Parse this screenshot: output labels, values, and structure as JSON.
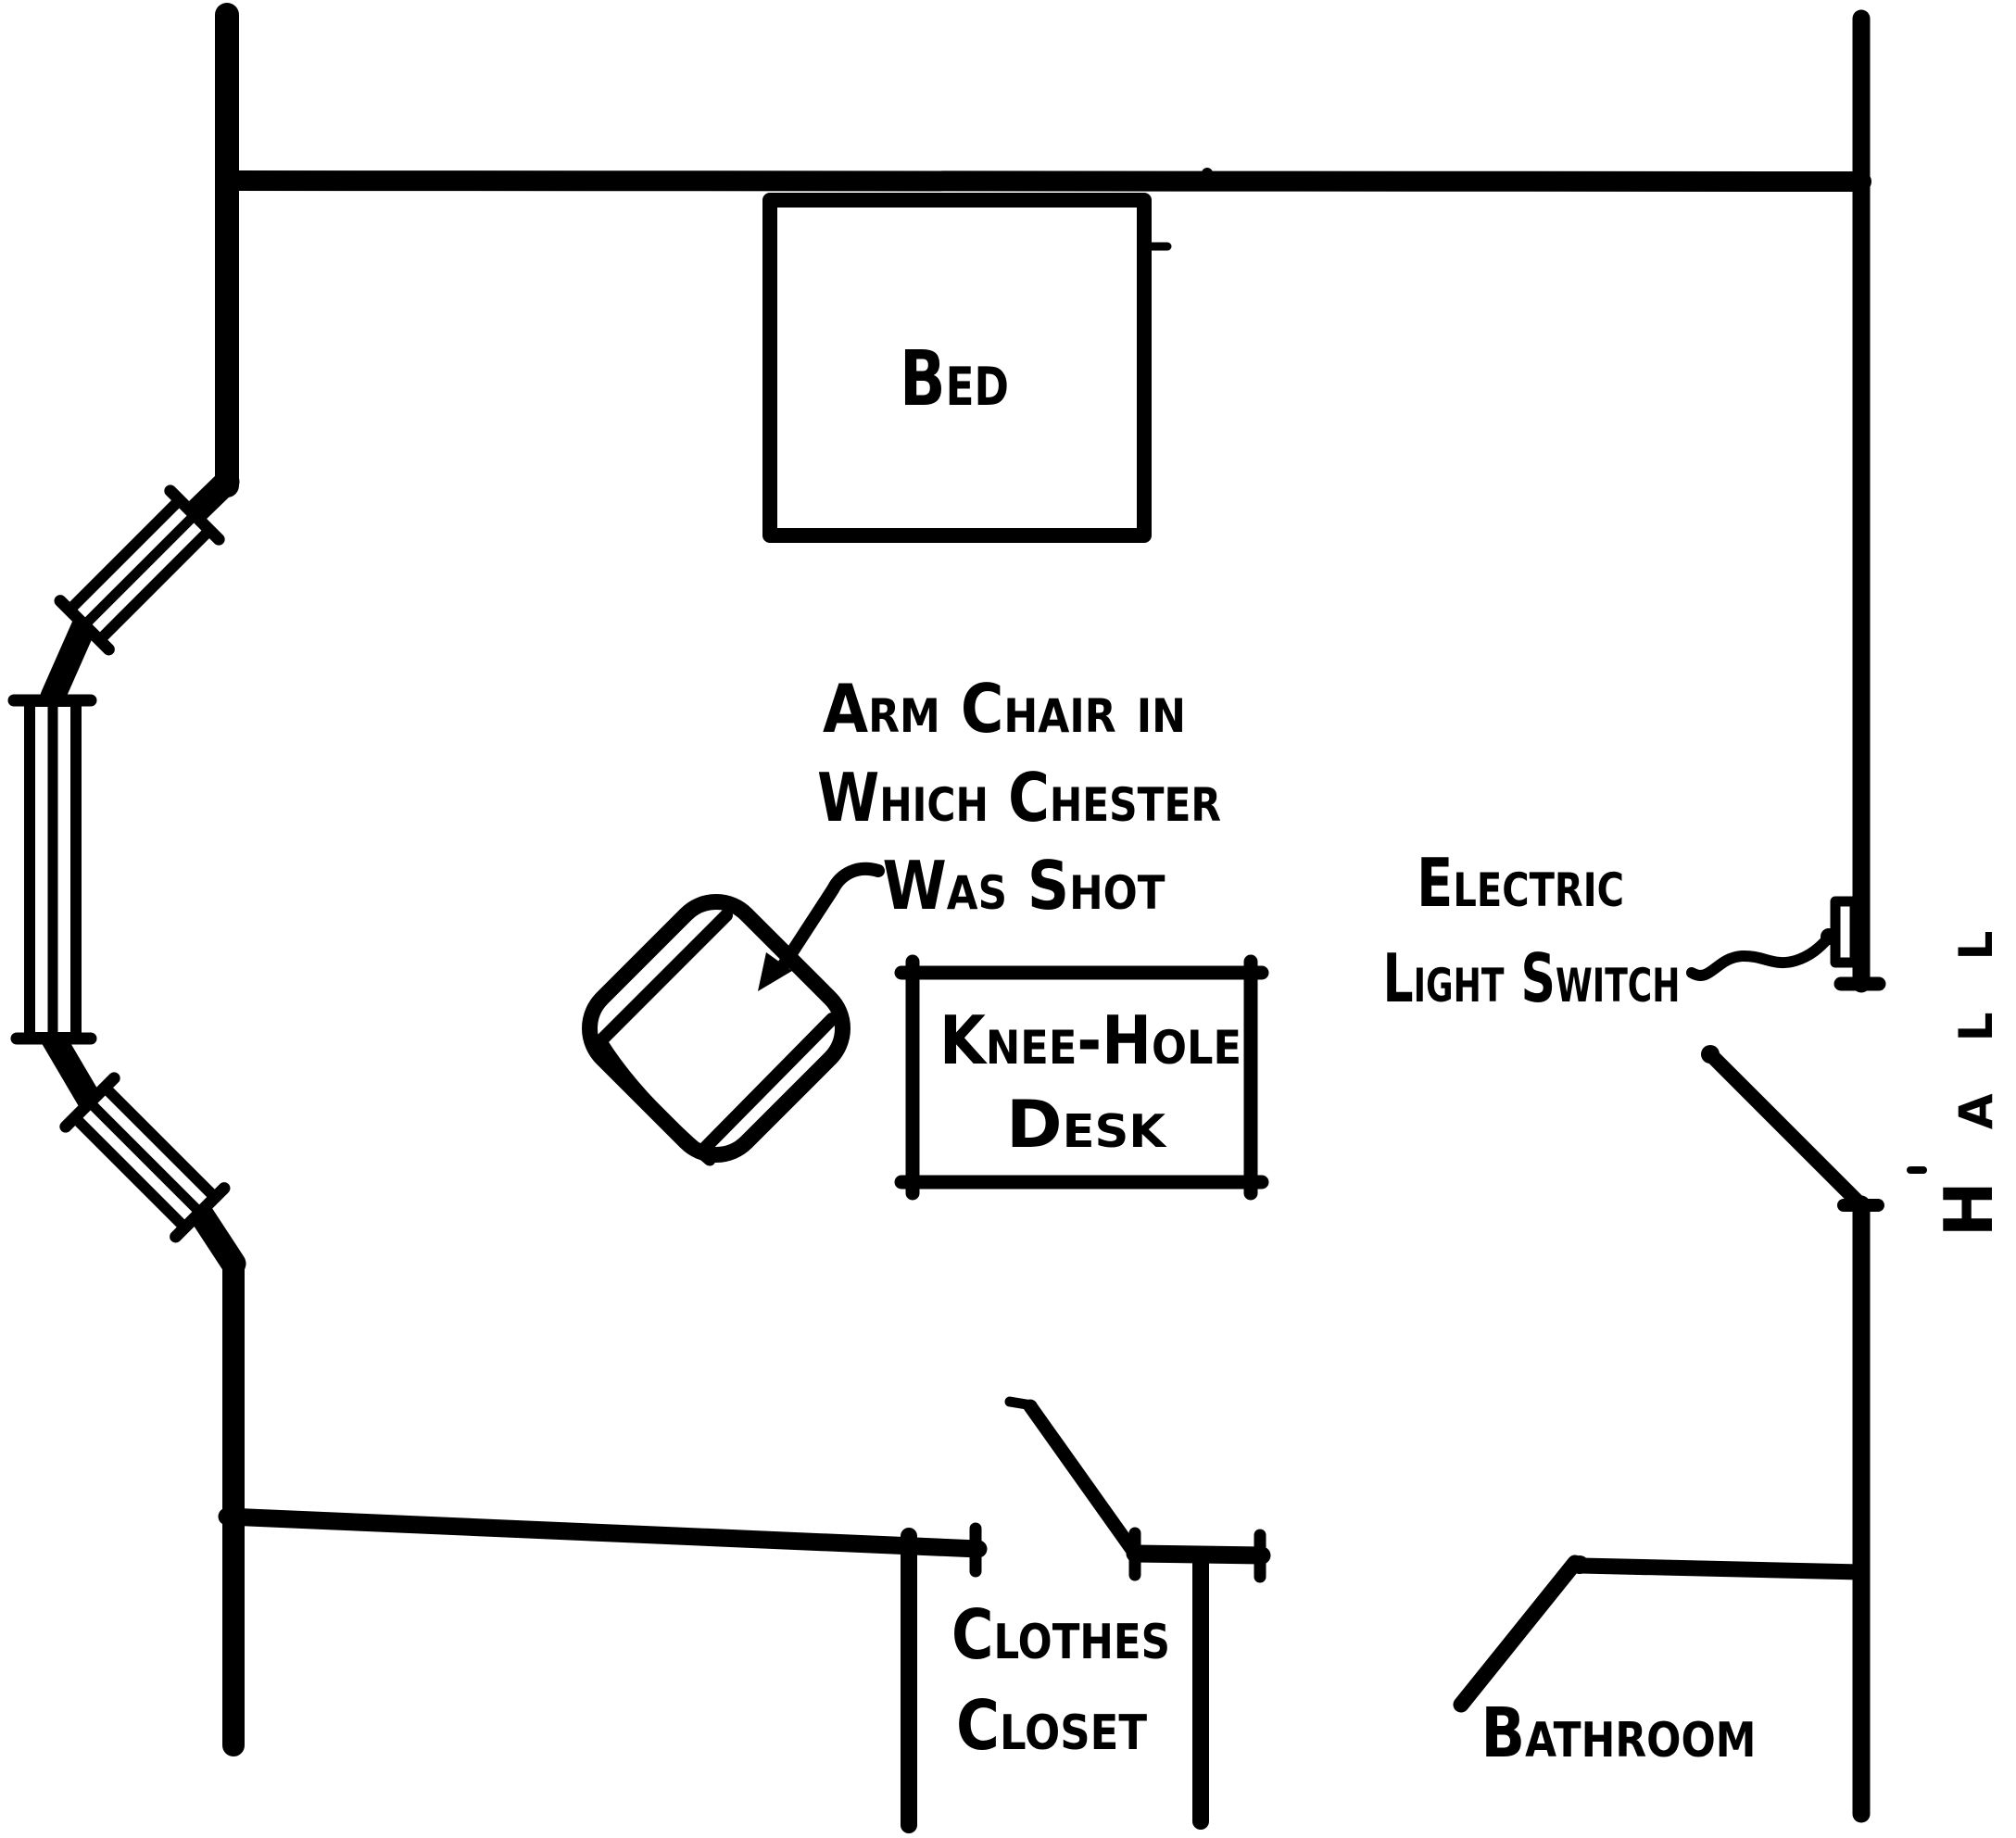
{
  "figure": {
    "type": "hand-drawn floor plan",
    "colors": {
      "ink": "#000000",
      "paper": "#ffffff"
    }
  },
  "labels": {
    "bed": "Bed",
    "arm_chair": {
      "line1": "Arm Chair in",
      "line2": "Which Chester",
      "line3": "Was Shot"
    },
    "light_switch": {
      "line1": "Electric",
      "line2": "Light Switch"
    },
    "desk": {
      "line1": "Knee-Hole",
      "line2": "Desk"
    },
    "closet": {
      "line1": "Clothes",
      "line2": "Closet"
    },
    "bathroom": "Bathroom",
    "hall": "Hall"
  }
}
